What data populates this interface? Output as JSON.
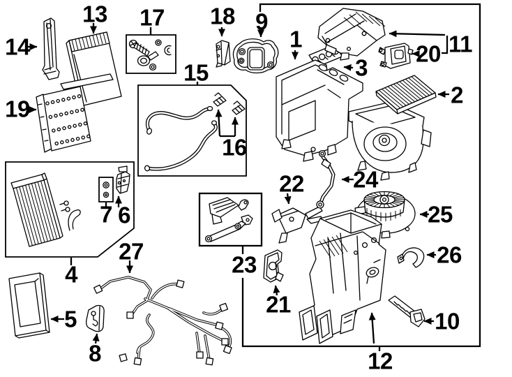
{
  "figure": {
    "kind": "exploded-parts-diagram",
    "callout_count": 27
  },
  "colors": {
    "background": "#ffffff",
    "line": "#000000",
    "label_text": "#000000"
  },
  "callouts": {
    "c1": {
      "label": "1"
    },
    "c2": {
      "label": "2"
    },
    "c3": {
      "label": "3"
    },
    "c4": {
      "label": "4"
    },
    "c5": {
      "label": "5"
    },
    "c6": {
      "label": "6"
    },
    "c7": {
      "label": "7"
    },
    "c8": {
      "label": "8"
    },
    "c9": {
      "label": "9"
    },
    "c10": {
      "label": "10"
    },
    "c11": {
      "label": "11"
    },
    "c12": {
      "label": "12"
    },
    "c13": {
      "label": "13"
    },
    "c14": {
      "label": "14"
    },
    "c15": {
      "label": "15"
    },
    "c16": {
      "label": "16"
    },
    "c17": {
      "label": "17"
    },
    "c18": {
      "label": "18"
    },
    "c19": {
      "label": "19"
    },
    "c20": {
      "label": "20"
    },
    "c21": {
      "label": "21"
    },
    "c22": {
      "label": "22"
    },
    "c23": {
      "label": "23"
    },
    "c24": {
      "label": "24"
    },
    "c25": {
      "label": "25"
    },
    "c26": {
      "label": "26"
    },
    "c27": {
      "label": "27"
    }
  }
}
